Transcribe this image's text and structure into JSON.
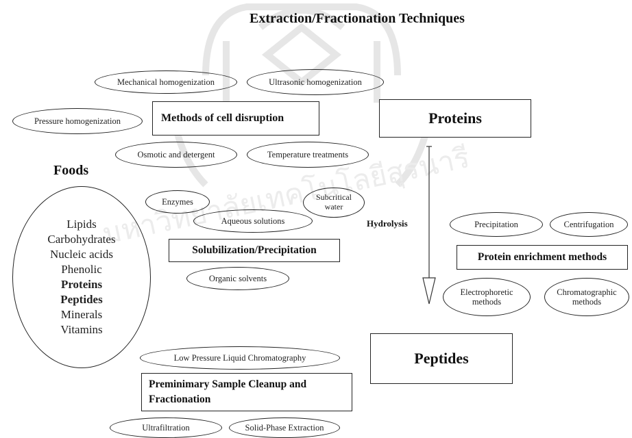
{
  "title": "Extraction/Fractionation Techniques",
  "cell_disruption": {
    "label": "Methods of cell disruption",
    "mechanical": "Mechanical homogenization",
    "ultrasonic": "Ultrasonic homogenization",
    "pressure": "Pressure homogenization",
    "osmotic": "Osmotic and detergent",
    "temperature": "Temperature treatments"
  },
  "proteins": {
    "label": "Proteins"
  },
  "foods": {
    "label": "Foods",
    "items": [
      "Lipids",
      "Carbohydrates",
      "Nucleic acids",
      "Phenolic",
      "Proteins",
      "Peptides",
      "Minerals",
      "Vitamins"
    ]
  },
  "solubilization": {
    "label": "Solubilization/Precipitation",
    "enzymes": "Enzymes",
    "subcritical": "Subcritical water",
    "aqueous": "Aqueous solutions",
    "organic": "Organic solvents"
  },
  "hydrolysis": {
    "label": "Hydrolysis"
  },
  "enrichment": {
    "label": "Protein enrichment methods",
    "precipitation": "Precipitation",
    "centrifugation": "Centrifugation",
    "electrophoretic": "Electrophoretic methods",
    "chromatographic": "Chromatographic methods"
  },
  "peptides": {
    "label": "Peptides"
  },
  "cleanup": {
    "label": "Preminimary Sample Cleanup and Fractionation",
    "lplc": "Low Pressure Liquid Chromatography",
    "ultrafiltration": "Ultrafiltration",
    "spe": "Solid-Phase Extraction"
  }
}
